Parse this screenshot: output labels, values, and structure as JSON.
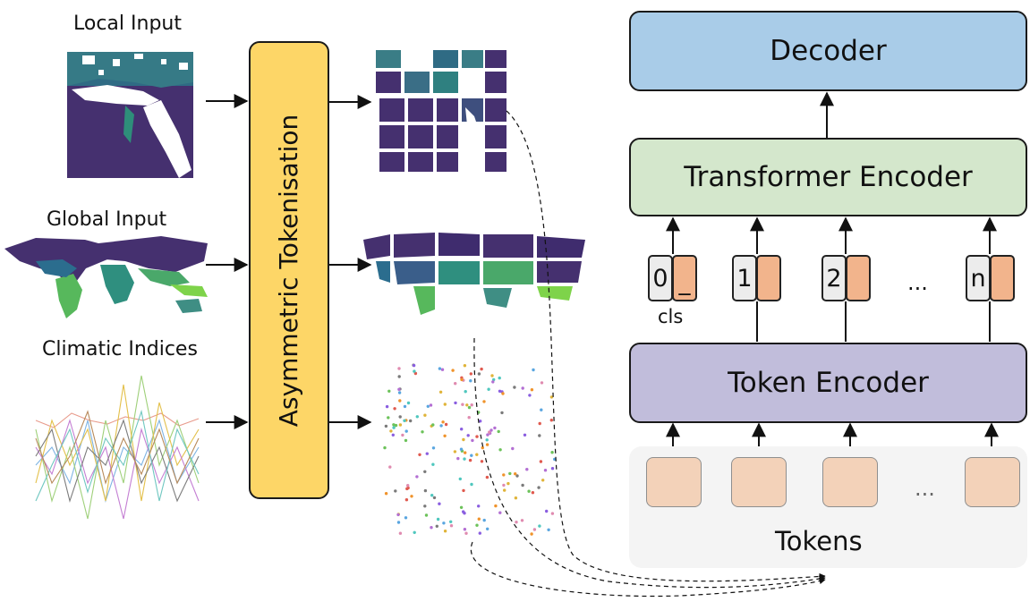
{
  "inputs": {
    "local": "Local Input",
    "global": "Global Input",
    "climatic": "Climatic Indices"
  },
  "tokenisation": "Asymmetric Tokenisation",
  "pipeline": {
    "decoder": "Decoder",
    "transformer_encoder": "Transformer Encoder",
    "token_encoder": "Token Encoder",
    "tokens": "Tokens",
    "ellipsis": "..."
  },
  "sequence": {
    "indices": [
      "0",
      "1",
      "2",
      "n"
    ],
    "cls_marker": "_",
    "cls_label": "cls",
    "ellipsis": "..."
  },
  "colors": {
    "decoder": "#a9cce8",
    "transformer_encoder": "#d4e7cc",
    "token_encoder": "#c1bddb",
    "tokenisation": "#fdd667",
    "token_tile": "#f3d2b9",
    "embedding": "#f2b48c",
    "index_box": "#ececec",
    "tokens_panel": "#f4f4f4",
    "map_dark": "#3f2c6e",
    "map_teal": "#2b6d8e",
    "map_green": "#5fbd62"
  }
}
